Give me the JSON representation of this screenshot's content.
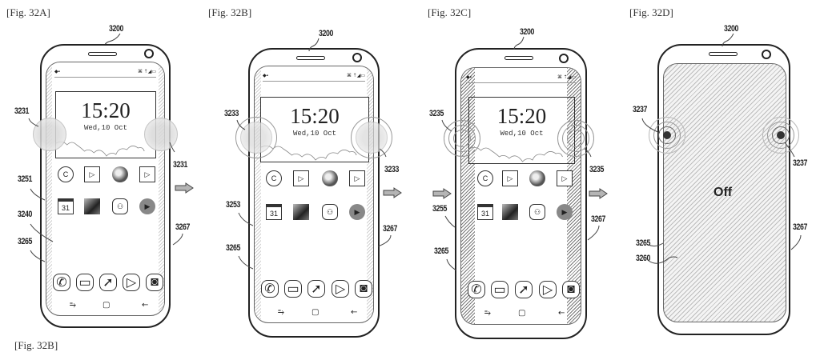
{
  "figures": [
    {
      "caption": "[Fig. 32A]",
      "device_ref": "3200",
      "refs": {
        "touch_left": "3231",
        "touch_right": "3231",
        "edge_left": "3251",
        "screen": "3240",
        "edge_region": "3265",
        "edge_right": "3267"
      },
      "state": "idle-touch"
    },
    {
      "caption": "[Fig. 32B]",
      "device_ref": "3200",
      "refs": {
        "touch_left": "3233",
        "touch_right": "3233",
        "edge_left": "3253",
        "edge_region": "3265",
        "edge_right": "3267"
      },
      "state": "grip-edge-highlight"
    },
    {
      "caption": "[Fig. 32C]",
      "device_ref": "3200",
      "refs": {
        "touch_left": "3235",
        "touch_right": "3235",
        "edge_left": "3255",
        "edge_region": "3265",
        "edge_right": "3267"
      },
      "state": "edge-hatched"
    },
    {
      "caption": "[Fig. 32D]",
      "device_ref": "3200",
      "refs": {
        "touch_left": "3237",
        "touch_right": "3237",
        "edge_region": "3265",
        "screen": "3260",
        "edge_right": "3267"
      },
      "state": "screen-off",
      "off_label": "Off"
    }
  ],
  "phone_ui": {
    "status_left": "◆▪",
    "status_right": "⌘ ⇡◢▭",
    "clock": "15:20",
    "date": "Wed,10 Oct",
    "apps_row1": [
      "chat-c",
      "video",
      "globe",
      "store"
    ],
    "apps_row2": [
      "calendar-31",
      "gallery",
      "game",
      "play"
    ],
    "calendar_day": "31",
    "chat_letter": "C",
    "dock": [
      "phone",
      "message",
      "browser",
      "play-store",
      "camera"
    ],
    "nav": {
      "recent": "⥱",
      "home": "▢",
      "back": "←"
    }
  },
  "bottom_caption_partial": "[Fig. 32B]",
  "colors": {
    "line": "#222222",
    "hatch_light": "#cfcfcf",
    "hatch_dark": "#777777",
    "arrow_fill": "#b5b5b5"
  }
}
